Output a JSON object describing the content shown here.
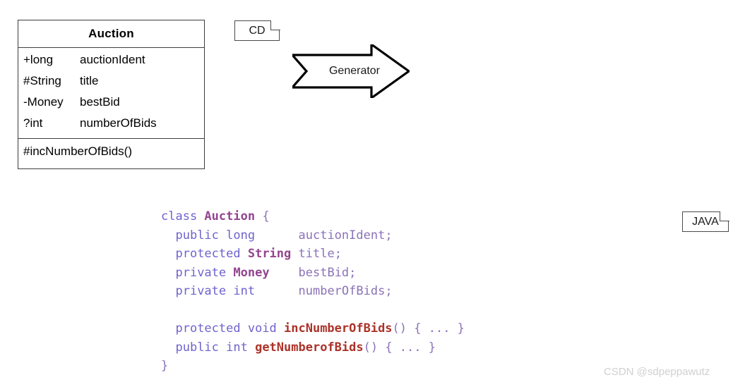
{
  "uml_class": {
    "name": "Auction",
    "attributes": [
      {
        "type": "+long",
        "name": "auctionIdent"
      },
      {
        "type": "#String",
        "name": "title"
      },
      {
        "type": "-Money",
        "name": "bestBid"
      },
      {
        "type": "?int",
        "name": "numberOfBids"
      }
    ],
    "operations": [
      {
        "signature": "#incNumberOfBids()"
      }
    ]
  },
  "cd_tag": {
    "label": "CD"
  },
  "java_tag": {
    "label": "JAVA"
  },
  "generator_arrow": {
    "label": "Generator"
  },
  "code": {
    "lines": [
      {
        "tokens": [
          {
            "text": "class ",
            "kind": "keyword"
          },
          {
            "text": "Auction",
            "kind": "type"
          },
          {
            "text": " {",
            "kind": "punct"
          }
        ]
      },
      {
        "tokens": [
          {
            "text": "  ",
            "kind": "plain"
          },
          {
            "text": "public long",
            "kind": "keyword"
          },
          {
            "text": "      ",
            "kind": "plain"
          },
          {
            "text": "auctionIdent;",
            "kind": "ident"
          }
        ]
      },
      {
        "tokens": [
          {
            "text": "  ",
            "kind": "plain"
          },
          {
            "text": "protected ",
            "kind": "keyword"
          },
          {
            "text": "String",
            "kind": "type"
          },
          {
            "text": " ",
            "kind": "plain"
          },
          {
            "text": "title;",
            "kind": "ident"
          }
        ]
      },
      {
        "tokens": [
          {
            "text": "  ",
            "kind": "plain"
          },
          {
            "text": "private ",
            "kind": "keyword"
          },
          {
            "text": "Money",
            "kind": "type"
          },
          {
            "text": "    ",
            "kind": "plain"
          },
          {
            "text": "bestBid;",
            "kind": "ident"
          }
        ]
      },
      {
        "tokens": [
          {
            "text": "  ",
            "kind": "plain"
          },
          {
            "text": "private int",
            "kind": "keyword"
          },
          {
            "text": "      ",
            "kind": "plain"
          },
          {
            "text": "numberOfBids;",
            "kind": "ident"
          }
        ]
      },
      {
        "tokens": [
          {
            "text": " ",
            "kind": "plain"
          }
        ]
      },
      {
        "tokens": [
          {
            "text": "  ",
            "kind": "plain"
          },
          {
            "text": "protected void ",
            "kind": "keyword"
          },
          {
            "text": "incNumberOfBids",
            "kind": "method"
          },
          {
            "text": "() { ... }",
            "kind": "punct"
          }
        ]
      },
      {
        "tokens": [
          {
            "text": "  ",
            "kind": "plain"
          },
          {
            "text": "public int ",
            "kind": "keyword"
          },
          {
            "text": "getNumberofBids",
            "kind": "method"
          },
          {
            "text": "() { ... }",
            "kind": "punct"
          }
        ]
      },
      {
        "tokens": [
          {
            "text": "}",
            "kind": "punct"
          }
        ]
      }
    ]
  },
  "watermark": {
    "text": "CSDN @sdpeppawutz"
  }
}
